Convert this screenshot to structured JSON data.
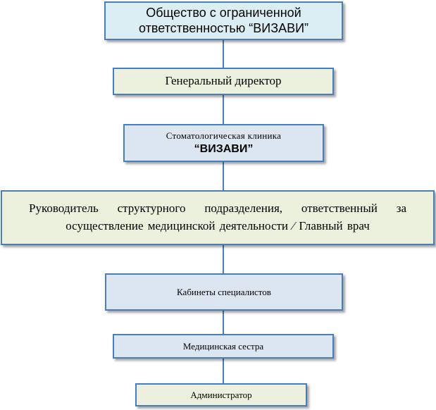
{
  "colors": {
    "border": "#4a7eba",
    "connector": "#4a7eba",
    "fill_cyan": "#dbeef3",
    "fill_green": "#ebf1dd",
    "fill_blue": "#dce6f1"
  },
  "nodes": {
    "company": {
      "line1": "Общество с ограниченной",
      "line2": "ответственностью “ВИЗАВИ”",
      "fill": "#dbeef3"
    },
    "director": {
      "text": "Генеральный директор",
      "fill": "#ebf1dd"
    },
    "clinic": {
      "line1": "Стоматологическая клиника",
      "line2": "“ВИЗАВИ”",
      "fill": "#dce6f1"
    },
    "head": {
      "line1": "Руководитель структурного подразделения, ответственный за",
      "line2": "осуществление медицинской деятельности ⁄ Главный врач",
      "fill": "#ebf1dd"
    },
    "offices": {
      "text": "Кабинеты специалистов",
      "fill": "#dce6f1"
    },
    "nurse": {
      "text": "Медицинская сестра",
      "fill": "#dce6f1"
    },
    "admin": {
      "text": "Администратор",
      "fill": "#ebf1dd"
    }
  }
}
